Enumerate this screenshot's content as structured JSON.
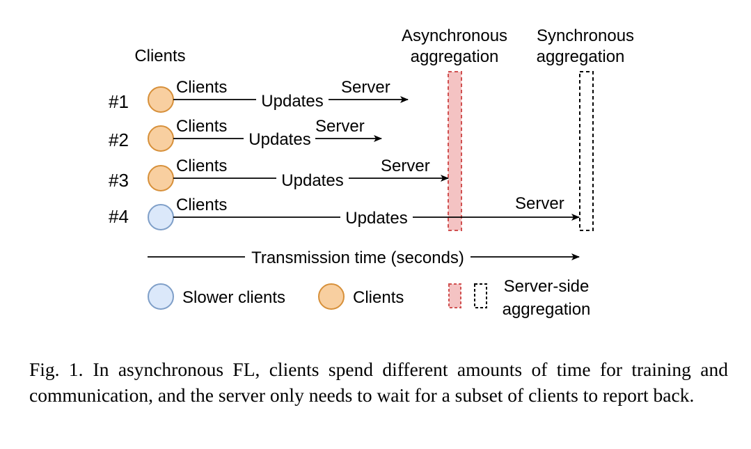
{
  "diagram": {
    "clients_header": "Clients",
    "async_label_line1": "Asynchronous",
    "async_label_line2": "aggregation",
    "sync_label_line1": "Synchronous",
    "sync_label_line2": "aggregation",
    "rows": [
      {
        "id": "#1",
        "start_label": "Clients",
        "mid_label": "Updates",
        "end_label": "Server",
        "client_type": "normal"
      },
      {
        "id": "#2",
        "start_label": "Clients",
        "mid_label": "Updates",
        "end_label": "Server",
        "client_type": "normal"
      },
      {
        "id": "#3",
        "start_label": "Clients",
        "mid_label": "Updates",
        "end_label": "Server",
        "client_type": "normal"
      },
      {
        "id": "#4",
        "start_label": "Clients",
        "mid_label": "Updates",
        "end_label": "Server",
        "client_type": "slower"
      }
    ],
    "time_axis_label": "Transmission time (seconds)",
    "legend": {
      "slower_clients": "Slower clients",
      "clients": "Clients",
      "aggregation_line1": "Server-side",
      "aggregation_line2": "aggregation"
    },
    "colors": {
      "client_fill": "#f8cfa0",
      "client_stroke": "#d7903a",
      "slower_fill": "#dbe8fa",
      "slower_stroke": "#7f9fc8",
      "async_fill": "#f4c3c3",
      "async_stroke": "#d05050",
      "sync_stroke": "#000000"
    }
  },
  "caption": {
    "fig_label": "Fig. 1.",
    "text": "In asynchronous FL, clients spend different amounts of time for training and communication, and the server only needs to wait for a subset of clients to report back."
  }
}
